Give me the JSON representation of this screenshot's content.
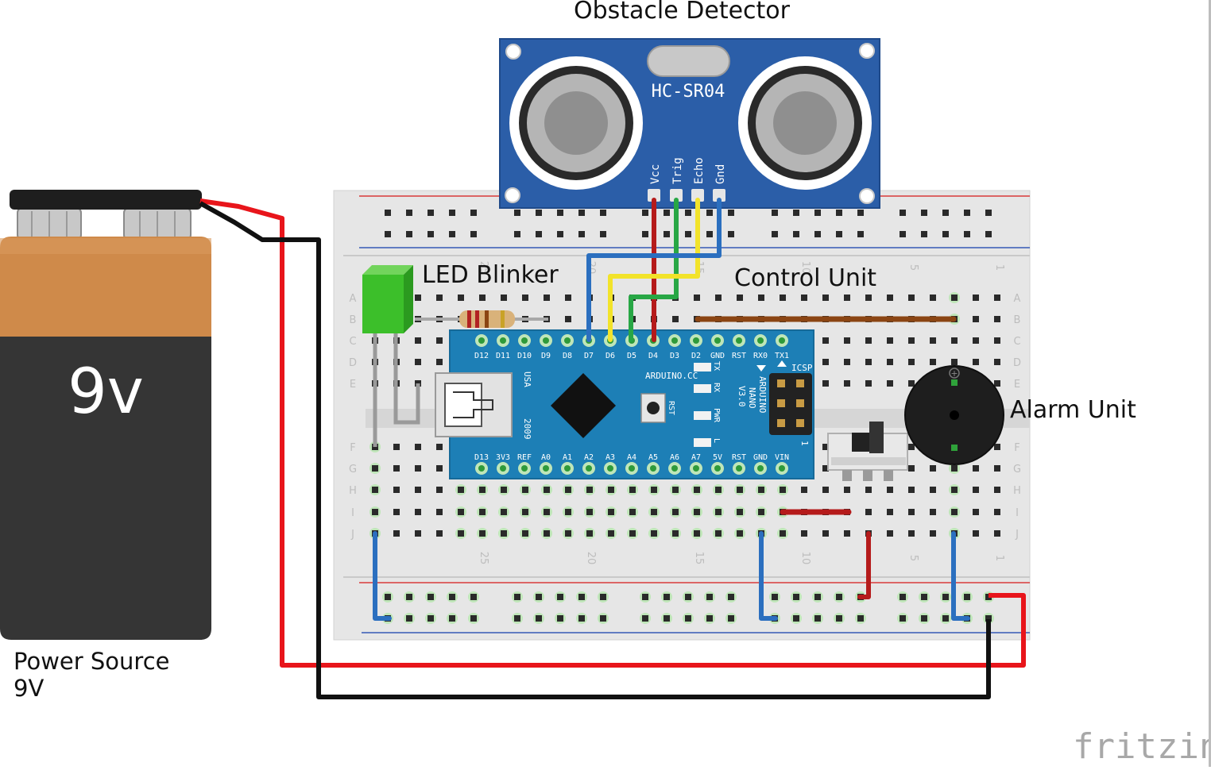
{
  "labels": {
    "obstacle_detector": "Obstacle Detector",
    "led_blinker": "LED Blinker",
    "control_unit": "Control Unit",
    "alarm_unit": "Alarm Unit",
    "power_source_line1": "Power Source",
    "power_source_line2": "9V"
  },
  "battery": {
    "voltage_label": "9v"
  },
  "sensor": {
    "model": "HC-SR04",
    "pins": [
      "Vcc",
      "Trig",
      "Echo",
      "Gnd"
    ]
  },
  "arduino": {
    "top_pins": [
      "D12",
      "D11",
      "D10",
      "D9",
      "D8",
      "D7",
      "D6",
      "D5",
      "D4",
      "D3",
      "D2",
      "GND",
      "RST",
      "RX0",
      "TX1"
    ],
    "bottom_pins": [
      "D13",
      "3V3",
      "REF",
      "A0",
      "A1",
      "A2",
      "A3",
      "A4",
      "A5",
      "A6",
      "A7",
      "5V",
      "RST",
      "GND",
      "VIN"
    ],
    "brand": "ARDUINO.CC",
    "name_lines": [
      "ARDUINO",
      "NANO",
      "V3.0"
    ],
    "icsp": "ICSP",
    "usb": "USA",
    "year": "2009",
    "rst_button": "RST",
    "leds": [
      "TX",
      "RX",
      "PWR",
      "L"
    ],
    "icsp_pin": "1"
  },
  "breadboard": {
    "row_letters": [
      "A",
      "B",
      "C",
      "D",
      "E",
      "F",
      "G",
      "H",
      "I",
      "J"
    ],
    "column_numbers": [
      "25",
      "20",
      "15",
      "10",
      "5",
      "1"
    ]
  },
  "buzzer": {
    "plus": "+"
  },
  "watermark": "fritzing",
  "colors": {
    "wire_red": "#e8151b",
    "wire_black": "#111111",
    "wire_blue": "#2b6fbf",
    "wire_yellow": "#f2e32a",
    "wire_green": "#28a745",
    "wire_dark_red": "#b51b1b",
    "wire_brown": "#8b4513",
    "sensor_board": "#2b5ea8",
    "arduino_board": "#1d7fb6",
    "breadboard": "#e8e8e8",
    "battery_top": "#cf8a4a",
    "battery_body": "#333333",
    "led_green": "#3cbf2a"
  }
}
